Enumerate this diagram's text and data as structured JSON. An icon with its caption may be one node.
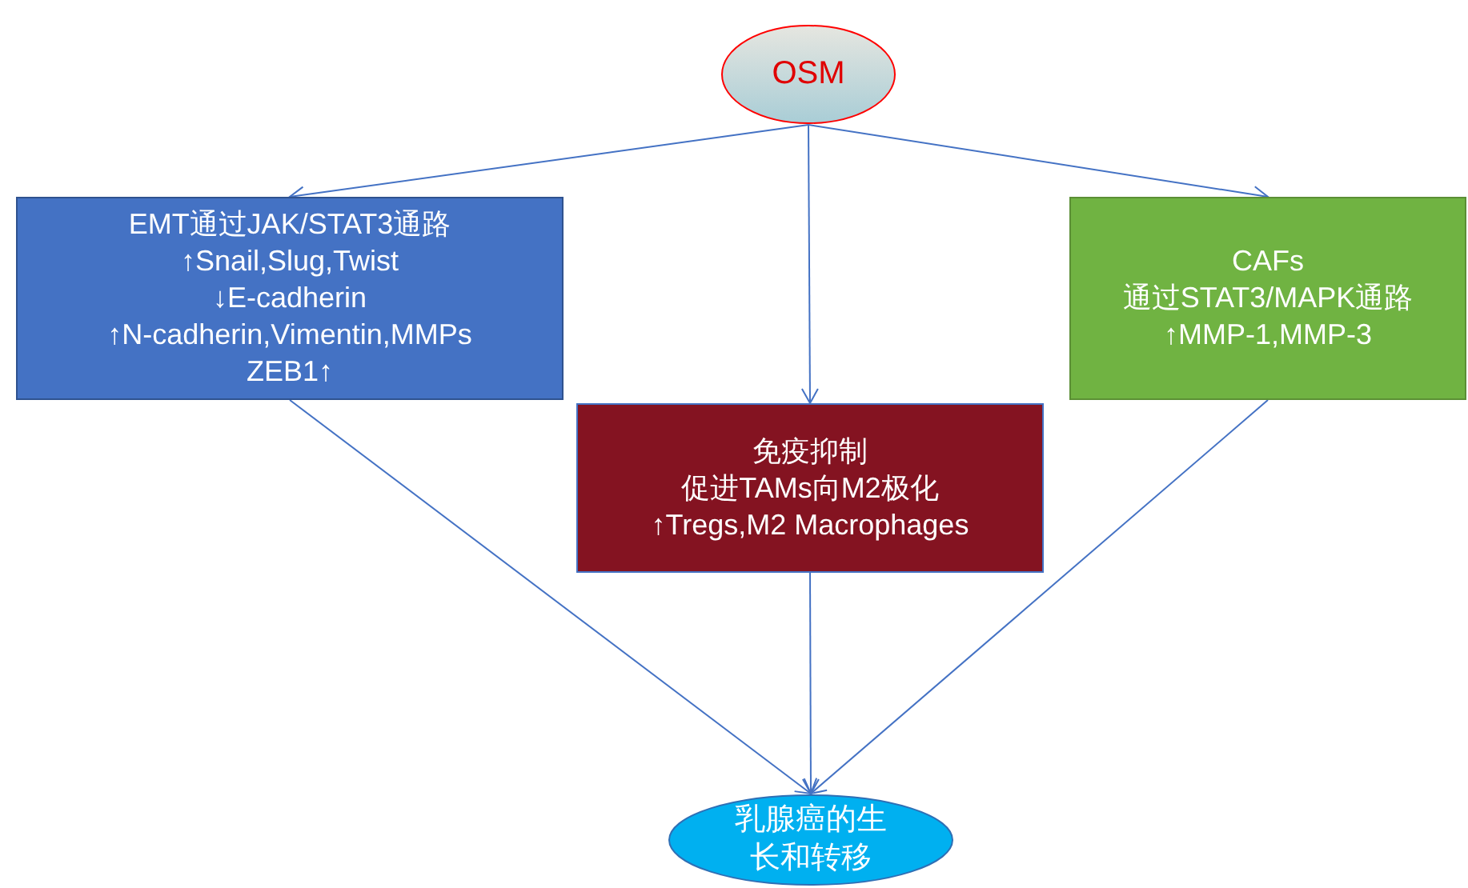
{
  "diagram": {
    "nodes": [
      {
        "text": [
          "OSM"
        ]
      },
      {
        "text": [
          "EMT通过JAK/STAT3通路",
          "↑Snail,Slug,Twist",
          "↓E-cadherin",
          "↑N-cadherin,Vimentin,MMPs",
          "ZEB1↑"
        ]
      },
      {
        "text": [
          "CAFs",
          "通过STAT3/MAPK通路",
          "↑MMP-1,MMP-3"
        ]
      },
      {
        "text": [
          "免疫抑制",
          "促进TAMs向M2极化",
          "↑Tregs,M2 Macrophages"
        ]
      },
      {
        "text": [
          "乳腺癌的生长和转移"
        ]
      }
    ],
    "edges": [
      {
        "from": 0,
        "to": 1,
        "arrow": "to"
      },
      {
        "from": 0,
        "to": 3,
        "arrow": "to"
      },
      {
        "from": 0,
        "to": 2,
        "arrow": "to"
      },
      {
        "from": 1,
        "to": 4,
        "arrow": "to"
      },
      {
        "from": 3,
        "to": 4,
        "arrow": "to"
      },
      {
        "from": 2,
        "to": 4,
        "arrow": "to"
      }
    ]
  }
}
